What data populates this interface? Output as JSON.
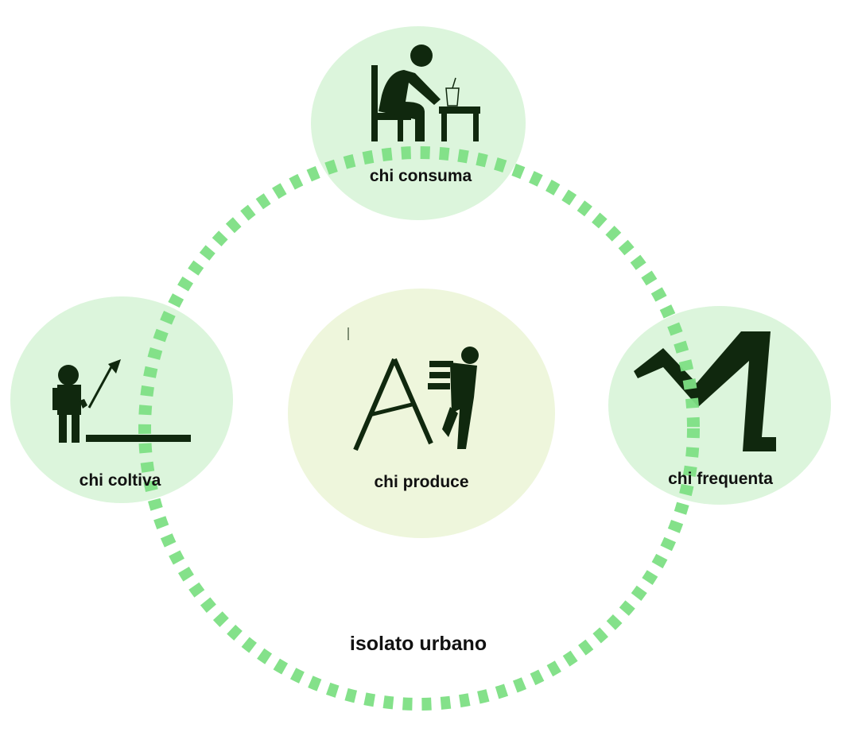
{
  "nodes": {
    "consuma": {
      "label": "chi consuma",
      "icon": "person-at-table-icon"
    },
    "coltiva": {
      "label": "chi coltiva",
      "icon": "person-with-hoe-icon"
    },
    "produce": {
      "label": "chi produce",
      "icon": "person-on-ladder-icon"
    },
    "frequenta": {
      "label": "chi frequenta",
      "icon": "walking-legs-icon"
    }
  },
  "boundary": {
    "label": "isolato urbano"
  },
  "colors": {
    "node_fill": "#dcf5dc",
    "center_fill": "#eef6dc",
    "ring_dash": "#7ddf84",
    "icon": "#10280e",
    "text": "#111111"
  }
}
